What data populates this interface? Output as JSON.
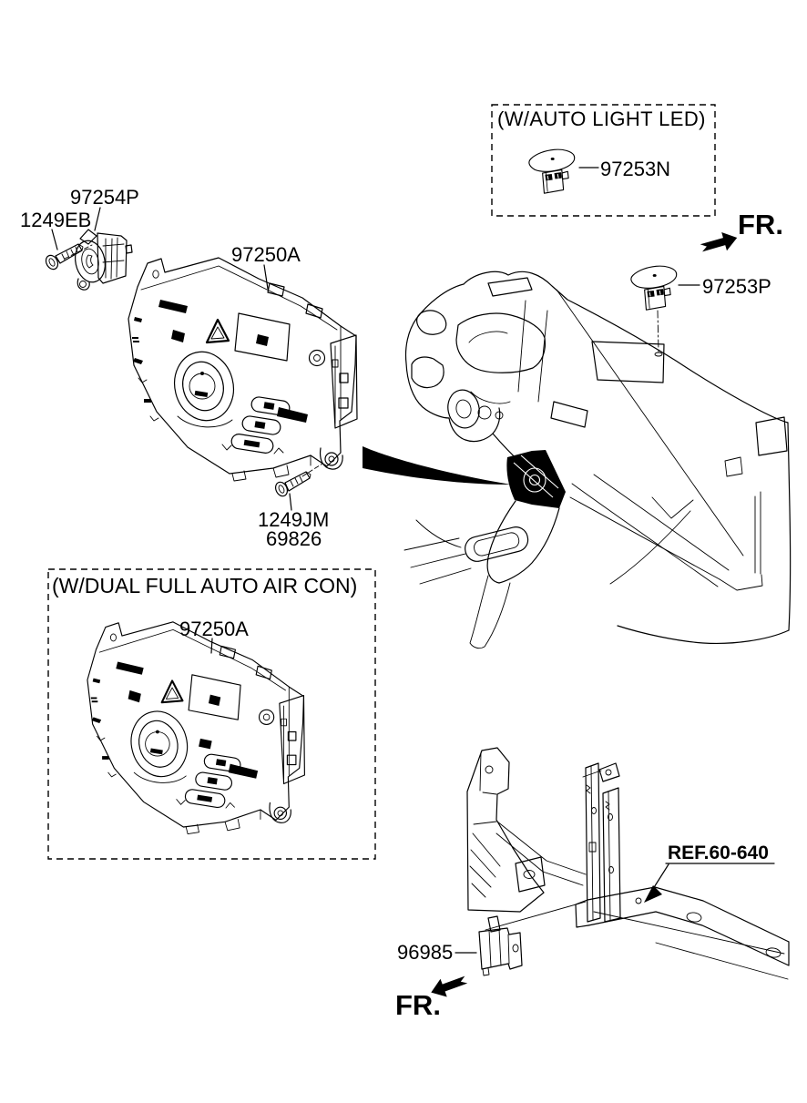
{
  "diagram": {
    "background_color": "#ffffff",
    "line_color": "#000000",
    "callouts": {
      "auto_light_box_title": "(W/AUTO LIGHT  LED)",
      "dual_auto_box_title": "(W/DUAL FULL AUTO AIR CON)"
    },
    "part_labels": {
      "screw_top": "1249EB",
      "switch": "97254P",
      "heater_control_main": "97250A",
      "screw_bottom_line1": "1249JM",
      "screw_bottom_line2": "69826",
      "photo_sensor_auto_light": "97253N",
      "photo_sensor_dash": "97253P",
      "heater_control_dual": "97250A",
      "ref_crossmember": "REF.60-640",
      "ambient_sensor": "96985"
    },
    "direction_labels": {
      "front_top": "FR.",
      "front_bottom": "FR."
    }
  }
}
